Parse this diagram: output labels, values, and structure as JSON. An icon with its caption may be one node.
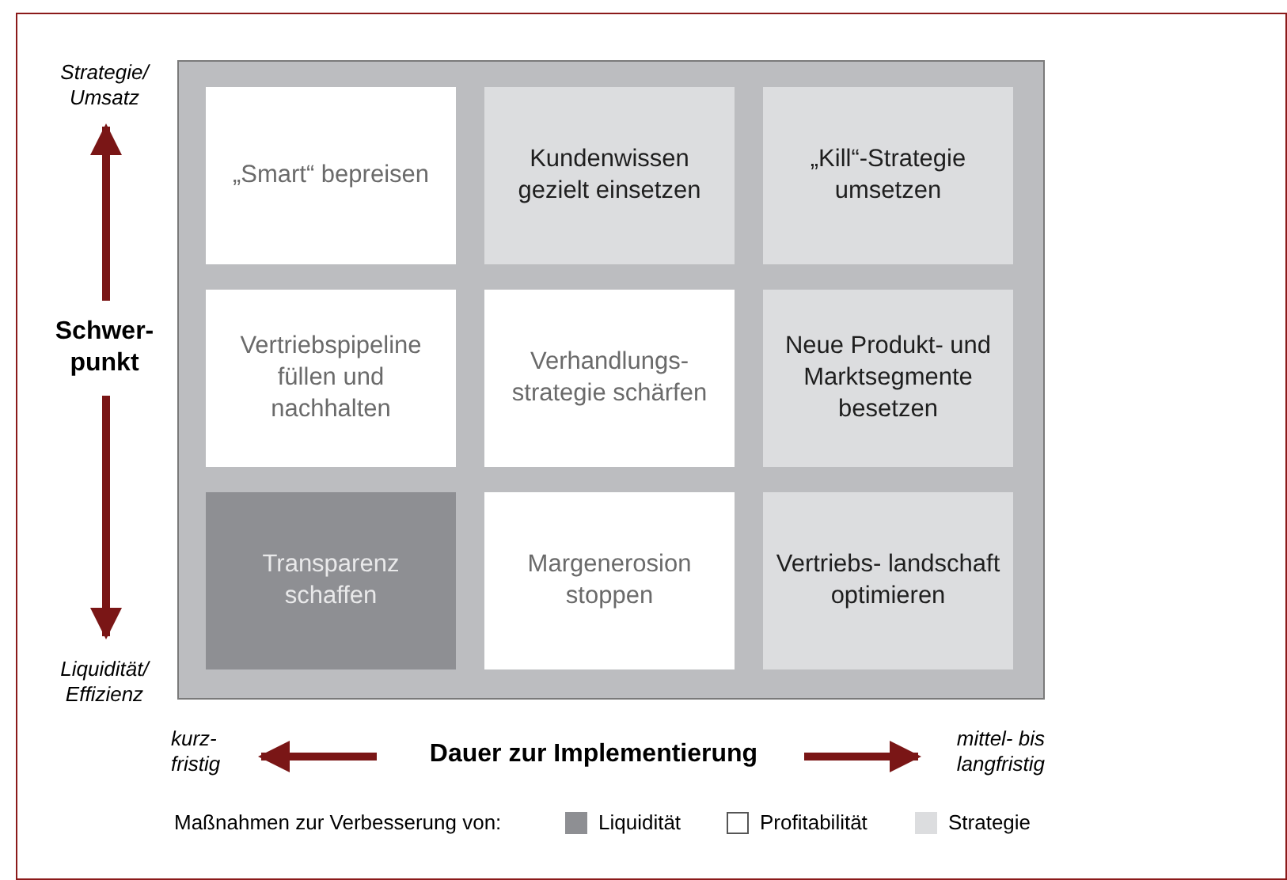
{
  "diagram": {
    "nodes": [
      {
        "text": [
          "„Smart“ bepreisen"
        ]
      },
      {
        "text": [
          "Kundenwissen gezielt einsetzen"
        ]
      },
      {
        "text": [
          "„Kill“-Strategie umsetzen"
        ]
      },
      {
        "text": [
          "Vertriebspipeline füllen und nachhalten"
        ]
      },
      {
        "text": [
          "Verhandlungs- strategie schärfen"
        ]
      },
      {
        "text": [
          "Neue Produkt- und Marktsegmente besetzen"
        ]
      },
      {
        "text": [
          "Transparenz schaffen"
        ]
      },
      {
        "text": [
          "Margenerosion stoppen"
        ]
      },
      {
        "text": [
          "Vertriebs- landschaft optimieren"
        ]
      }
    ],
    "labels": [
      "Strategie/ Umsatz",
      "Schwer- punkt",
      "Liquidität/ Effizienz",
      "kurz- fristig",
      "Dauer zur Implementierung",
      "mittel- bis langfristig",
      "Maßnahmen zur Verbesserung von:"
    ],
    "legend": [
      {
        "text": "Liquidität",
        "color": "#8e8f93"
      },
      {
        "text": "Profitabilität",
        "color": "#ffffff"
      },
      {
        "text": "Strategie",
        "color": "#dcdddf"
      }
    ]
  }
}
